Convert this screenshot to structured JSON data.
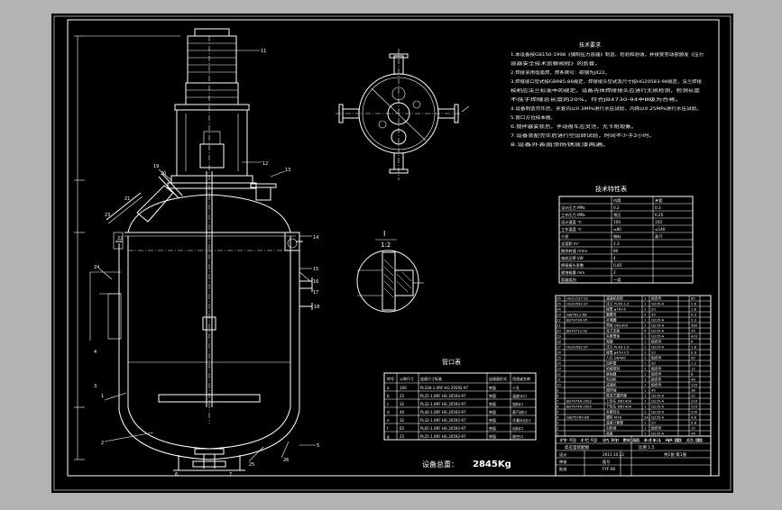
{
  "colors": {
    "background": "#b3b3b3",
    "sheet": "#000000",
    "lines": "#ffffff"
  },
  "leader_numbers": [
    "11",
    "12",
    "13",
    "14",
    "15",
    "16",
    "17",
    "18",
    "19",
    "20",
    "21",
    "22",
    "23",
    "24",
    "25",
    "26",
    "1",
    "2",
    "3",
    "4",
    "5",
    "6",
    "7"
  ],
  "detail_label": "I",
  "detail_scale": "1:2",
  "tech_requirements": {
    "title": "技术要求",
    "lines": [
      "1.本设备按GB150-1998《钢制压力容器》制造、检验和验收，并接受劳动部颁发《压力",
      "容器安全技术监察规程》的监督。",
      "2.焊接采用电弧焊，焊条牌号：碳钢为J422。",
      "3.焊缝坡口型式按GB985-88规定，焊接接头型式及尺寸按HG20583-98规定，法兰焊接",
      "按相应法兰标准中的规定。设备壳体焊接接头应进行无损检测，检测长度",
      "不低于焊缝总长度的20%，符合JB4730-94中Ⅲ级为合格。",
      "4.设备制造完毕后，夹套内以0.3MPa进行水压试验，内筒以0.25MPa进行水压试验。",
      "5.管口方位按本图。",
      "6.搅拌器安装后，手动盘车应灵活，无卡阻现象。",
      "7.设备装配完毕后进行空运转试验，时间不少于2小时。",
      "8.设备外表面涂防锈底漆两遍。"
    ]
  },
  "tech_char_table": {
    "title": "技术特性表",
    "header": [
      "",
      "内筒",
      "夹套"
    ],
    "rows": [
      [
        "设计压力 MPa",
        "0.2",
        "0.3"
      ],
      [
        "工作压力 MPa",
        "常压",
        "0.25"
      ],
      [
        "设计温度 ℃",
        "100",
        "150"
      ],
      [
        "工作温度 ℃",
        "≤80",
        "≤140"
      ],
      [
        "介质",
        "物料",
        "蒸汽"
      ],
      [
        "全容积 m³",
        "2.3",
        ""
      ],
      [
        "搅拌转速 r/min",
        "80",
        ""
      ],
      [
        "电机功率 kW",
        "4",
        ""
      ],
      [
        "焊接接头系数",
        "0.85",
        ""
      ],
      [
        "腐蚀裕量 mm",
        "2",
        ""
      ],
      [
        "容器类别",
        "一类",
        ""
      ]
    ]
  },
  "nozzle_table": {
    "title": "管口表",
    "header": [
      "符号",
      "公称尺寸",
      "连接尺寸标准",
      "连接面形式",
      "用途或名称"
    ],
    "rows": [
      [
        "a",
        "100",
        "PL100-1.0RF HG 20592-97",
        "突面",
        "人孔"
      ],
      [
        "b",
        "25",
        "PL25-1.0RF HG 20592-97",
        "突面",
        "温度计口"
      ],
      [
        "c",
        "32",
        "PL32-1.0RF HG 20592-97",
        "突面",
        "加料口"
      ],
      [
        "d",
        "40",
        "PL40-1.0RF HG 20592-97",
        "突面",
        "蒸汽进口"
      ],
      [
        "e",
        "32",
        "PL32-1.0RF HG 20592-97",
        "突面",
        "冷凝水出口"
      ],
      [
        "f",
        "65",
        "PL65-1.0RF HG 20592-97",
        "突面",
        "出料口"
      ],
      [
        "g",
        "25",
        "PL25-1.0RF HG 20592-97",
        "突面",
        "放空口"
      ]
    ]
  },
  "equipment_weight": {
    "label": "设备总重：",
    "value": "2845Kg"
  },
  "bom_table": {
    "rows": [
      [
        "26",
        "HG21537-92",
        "减速机机架",
        "1",
        "组合件",
        "",
        "85"
      ],
      [
        "25",
        "HG20592-97",
        "法兰 PL65-1.0",
        "1",
        "Q235-A",
        "",
        "2.6"
      ],
      [
        "24",
        "",
        "接管 φ76×4",
        "1",
        "20",
        "",
        "1.8"
      ],
      [
        "23",
        "GB/T812-88",
        "圆螺母",
        "2",
        "35",
        "",
        "0.3"
      ],
      [
        "22",
        "JB/T4736-95",
        "补强圈",
        "1",
        "Q235-A",
        "",
        "3.2"
      ],
      [
        "21",
        "",
        "筒体 DN1400",
        "1",
        "Q235-A",
        "",
        "580"
      ],
      [
        "20",
        "JB/T4712-92",
        "耳式支座",
        "4",
        "Q235-A",
        "",
        "24"
      ],
      [
        "19",
        "",
        "夹套筒体",
        "1",
        "Q235-A",
        "",
        "420"
      ],
      [
        "18",
        "",
        "视镜",
        "1",
        "组合件",
        "",
        "6"
      ],
      [
        "17",
        "HG20592-97",
        "法兰 PL40-1.0",
        "1",
        "Q235-A",
        "",
        "1.8"
      ],
      [
        "16",
        "",
        "接管 φ45×3.5",
        "1",
        "20",
        "",
        "0.9"
      ],
      [
        "15",
        "",
        "人孔 DN400",
        "1",
        "组合件",
        "",
        "95"
      ],
      [
        "14",
        "",
        "加料管",
        "1",
        "20",
        "",
        "1.2"
      ],
      [
        "13",
        "",
        "机械密封",
        "1",
        "组合件",
        "",
        "12"
      ],
      [
        "12",
        "",
        "联轴器",
        "1",
        "组合件",
        "",
        "8"
      ],
      [
        "11",
        "",
        "电动机",
        "1",
        "组合件",
        "",
        "46"
      ],
      [
        "10",
        "",
        "减速机",
        "1",
        "组合件",
        "",
        "120"
      ],
      [
        "9",
        "",
        "搅拌轴",
        "1",
        "45",
        "",
        "38"
      ],
      [
        "8",
        "",
        "推进式搅拌器",
        "1",
        "Q235-A",
        "",
        "22"
      ],
      [
        "7",
        "JB/T4746-2002",
        "上封头 DN1400",
        "1",
        "Q235-A",
        "",
        "210"
      ],
      [
        "6",
        "JB/T4746-2002",
        "下封头 DN1400",
        "1",
        "Q235-A",
        "",
        "210"
      ],
      [
        "5",
        "",
        "夹套封头",
        "1",
        "Q235-A",
        "",
        "230"
      ],
      [
        "4",
        "GB/T5780-86",
        "螺栓 M16",
        "24",
        "Q235-A",
        "",
        "4.8"
      ],
      [
        "3",
        "",
        "温度计套管",
        "1",
        "20",
        "",
        "0.8"
      ],
      [
        "2",
        "",
        "出料阀",
        "1",
        "组合件",
        "",
        "15"
      ],
      [
        "1",
        "",
        "底座",
        "1",
        "Q235-A",
        "",
        "36"
      ]
    ],
    "note_row": "件号 代号 名称 数量 材料 单重 总重",
    "drawing_name": "反应釜装配图",
    "scale": "比例 1:5",
    "sheet": "共1张 第1张",
    "sign_rows": [
      [
        "设计",
        "",
        "2011.10.12"
      ],
      [
        "审核",
        "",
        "图号"
      ],
      [
        "批准",
        "",
        "FYF-00"
      ]
    ]
  }
}
